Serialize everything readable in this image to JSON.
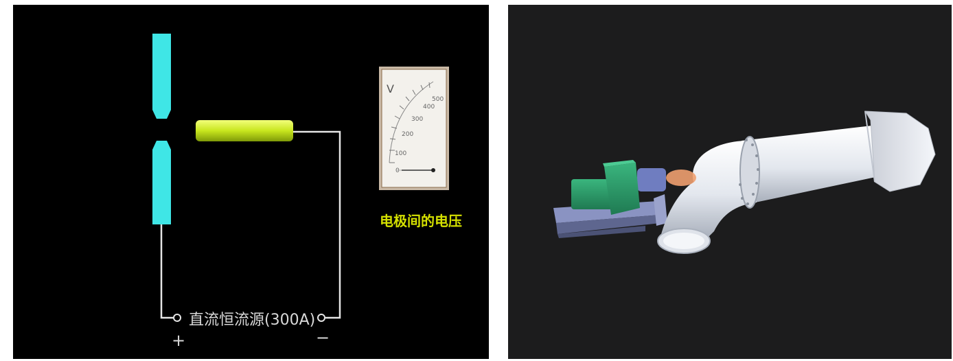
{
  "left_panel": {
    "power_source_label": "直流恒流源(300A)",
    "positive_sign": "+",
    "negative_sign": "−",
    "voltmeter_caption": "电极间的电压",
    "voltmeter": {
      "unit": "V",
      "scale_labels": [
        "0",
        "100",
        "200",
        "300",
        "400",
        "500"
      ],
      "reading_volts": 0
    },
    "colors": {
      "electrode": "#3fe6e6",
      "rod": "#c8e61e",
      "caption": "#d4e000",
      "wire": "#e6e6e6"
    }
  },
  "right_panel": {
    "scene": "3d-torch-pipe-model",
    "colors": {
      "background": "#1c1c1d",
      "pipe": "#e8ecf2",
      "motor_block": "#2f9e6c",
      "rail": "#7c86b8",
      "flame": "#f0a070"
    }
  }
}
